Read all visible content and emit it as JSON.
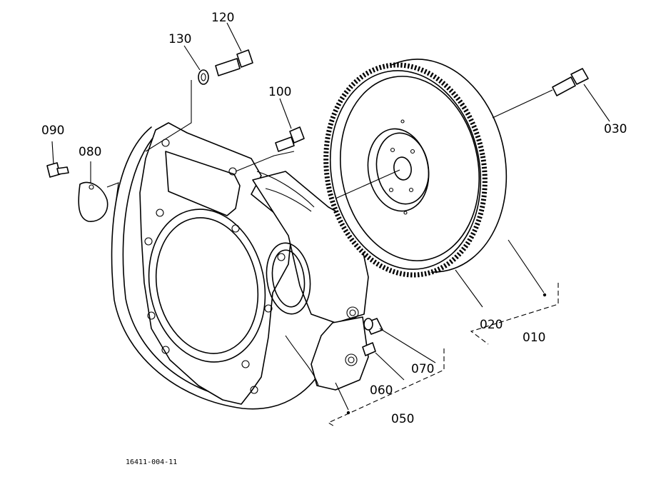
{
  "callouts": {
    "p010": "010",
    "p020": "020",
    "p030": "030",
    "p050": "050",
    "p060": "060",
    "p070": "070",
    "p080": "080",
    "p090": "090",
    "p100": "100",
    "p120": "120",
    "p130": "130"
  },
  "drawing_code": "16411-004-11"
}
